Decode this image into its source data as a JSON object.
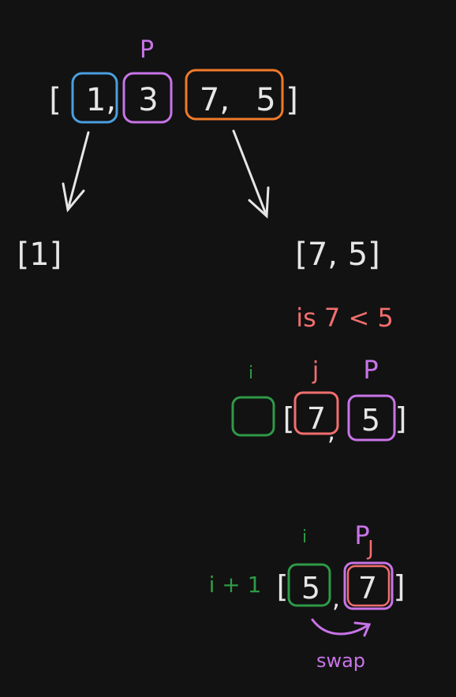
{
  "colors": {
    "background": "#121212",
    "text": "#e6e6e6",
    "blue": "#4a9fe0",
    "purple": "#c874e8",
    "orange": "#f07a2a",
    "salmon": "#f26e6e",
    "green": "#2f9a46"
  },
  "step1": {
    "pivot_marker": "P",
    "open_bracket": "[",
    "close_bracket": "]",
    "values": [
      "1,",
      "3",
      "7,",
      "5"
    ]
  },
  "step2": {
    "left_result": "[1]",
    "right_result": "[7, 5]"
  },
  "step3": {
    "comparison": "is 7 < 5",
    "i_marker": "i",
    "j_marker": "j",
    "pivot_marker": "P",
    "values": [
      "7",
      "5"
    ],
    "open_bracket": "[",
    "comma": ",",
    "close_bracket": "]"
  },
  "step4": {
    "i_marker": "i",
    "pj_marker_p": "P",
    "pj_marker_j": "J",
    "i_plus_one": "i + 1",
    "values": [
      "5",
      "7"
    ],
    "open_bracket": "[",
    "comma": ",",
    "close_bracket": "]",
    "swap_label": "swap"
  }
}
